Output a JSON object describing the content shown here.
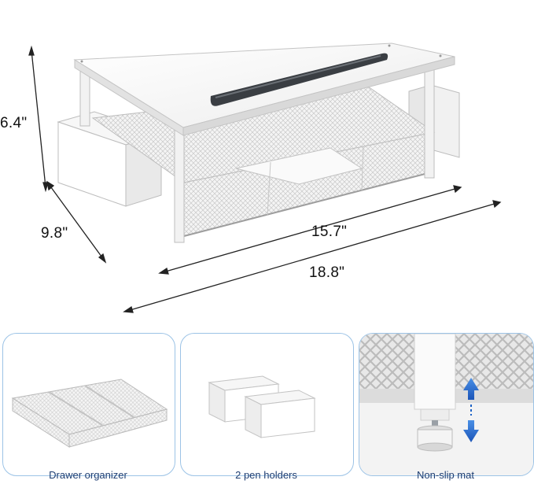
{
  "dimensions": {
    "height": "6.4\"",
    "depth": "9.8\"",
    "inner_width": "15.7\"",
    "total_width": "18.8\""
  },
  "accessories": [
    {
      "caption": "Drawer organizer",
      "icon": "drawer-organizer-image"
    },
    {
      "caption": "2 pen holders",
      "icon": "pen-holders-image"
    },
    {
      "caption": "Non-slip mat",
      "icon": "adjustable-foot-image"
    }
  ],
  "colors": {
    "panel_border": "#9cc3e6",
    "caption_text": "#1f3f73",
    "arrow_blue": "#1e63c6"
  }
}
